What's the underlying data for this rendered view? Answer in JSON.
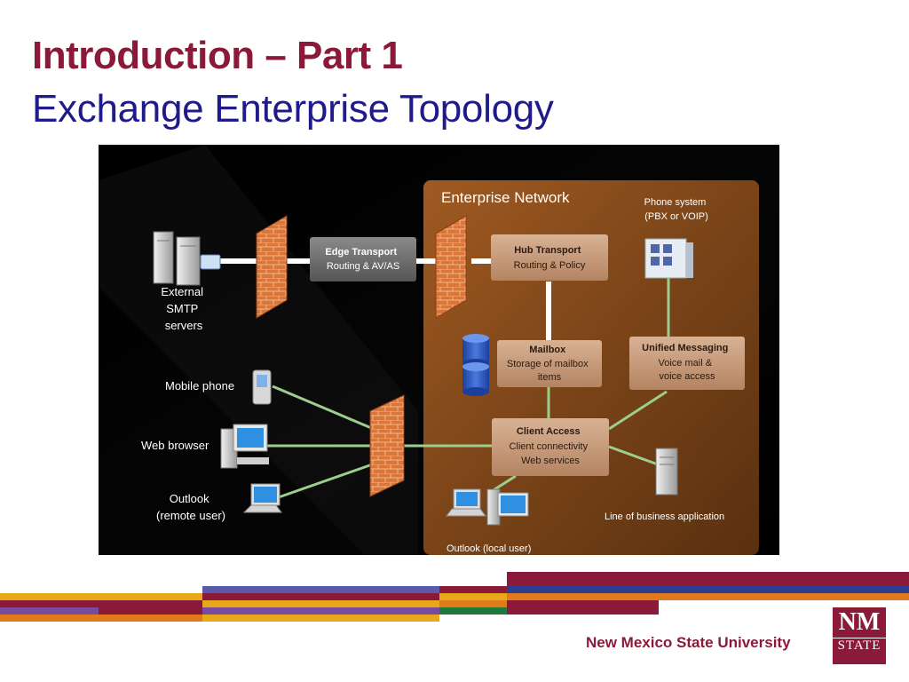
{
  "slide": {
    "title": "Introduction – Part 1",
    "subtitle": "Exchange Enterprise Topology",
    "footer": "New Mexico State University",
    "logo_top": "NM",
    "logo_bottom": "STATE"
  },
  "diagram": {
    "enterprise_network": "Enterprise Network",
    "phone_system": [
      "Phone system",
      "(PBX or VOIP)"
    ],
    "edge_transport": [
      "Edge Transport",
      "Routing & AV/AS"
    ],
    "hub_transport": [
      "Hub Transport",
      "Routing & Policy"
    ],
    "mailbox": [
      "Mailbox",
      "Storage of mailbox",
      "items"
    ],
    "unified_messaging": [
      "Unified Messaging",
      "Voice mail &",
      "voice access"
    ],
    "client_access": [
      "Client Access",
      "Client connectivity",
      "Web services"
    ],
    "external_smtp": [
      "External",
      "SMTP",
      "servers"
    ],
    "mobile_phone": "Mobile phone",
    "web_browser": "Web browser",
    "outlook_remote": [
      "Outlook",
      "(remote user)"
    ],
    "outlook_local": "Outlook (local user)",
    "lob_app": "Line of business application"
  },
  "colors": {
    "title": "#8b1a3a",
    "subtitle": "#1f1b8a",
    "connector": "#9ccf8f",
    "network_bg": "#7a4418",
    "firewall": "#d9773a",
    "server_box": "#c49a7a"
  }
}
